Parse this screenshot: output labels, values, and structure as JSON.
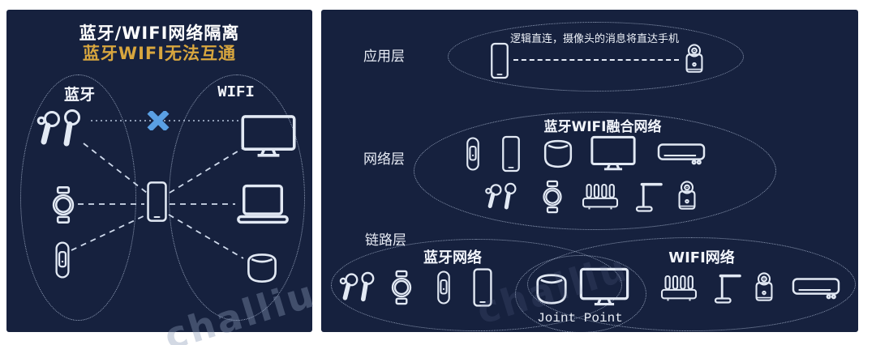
{
  "watermark_text": "challiu",
  "colors": {
    "panel_background": "#16213e",
    "title_gold": "#d8a63e",
    "blocked_x_blue": "#5aa0e4",
    "icon_stroke": "#e2e9f4",
    "ellipse_dots": "#c6d4ec"
  },
  "left_panel": {
    "title_line1": "蓝牙/WIFI网络隔离",
    "title_line2": "蓝牙WIFI无法互通",
    "bluetooth_zone": {
      "label": "蓝牙",
      "devices": [
        "earbuds",
        "watch",
        "band"
      ]
    },
    "wifi_zone": {
      "label": "WIFI",
      "devices": [
        "monitor",
        "laptop",
        "speaker"
      ]
    },
    "center_device": "phone",
    "blocked_icon": "x-cross"
  },
  "right_panel": {
    "app_layer": {
      "label": "应用层",
      "note": "逻辑直连，摄像头的消息将直达手机",
      "left_device": "phone",
      "right_device": "camera"
    },
    "network_layer": {
      "label": "网络层",
      "title": "蓝牙WIFI融合网络",
      "devices_row1": [
        "band",
        "phone",
        "speaker",
        "monitor",
        "ac"
      ],
      "devices_row2": [
        "earbuds",
        "watch",
        "router",
        "lamp",
        "camera"
      ]
    },
    "link_layer": {
      "label": "链路层",
      "bluetooth_network": {
        "title": "蓝牙网络",
        "devices": [
          "earbuds",
          "watch",
          "band",
          "phone"
        ]
      },
      "joint": {
        "label": "Joint Point",
        "devices": [
          "speaker",
          "monitor"
        ]
      },
      "wifi_network": {
        "title": "WIFI网络",
        "devices": [
          "router",
          "lamp",
          "camera",
          "ac"
        ]
      }
    }
  }
}
